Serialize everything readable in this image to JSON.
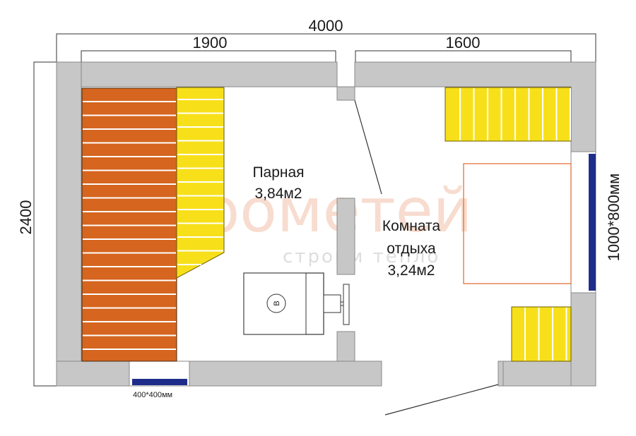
{
  "dimensions": {
    "total_width": "4000",
    "left_width": "1900",
    "right_width": "1600",
    "height": "2400",
    "window_right": "1000*800мм",
    "window_bottom": "400*400мм"
  },
  "rooms": {
    "steam_room": {
      "name": "Парная",
      "area": "3,84м2"
    },
    "rest_room": {
      "line1": "Комната",
      "line2": "отдыха",
      "area": "3,24м2"
    }
  },
  "stove_label": "B",
  "watermark": {
    "brand": "Прометей",
    "subtitle": "строим тепло"
  },
  "colors": {
    "wall": "#c7c7c7",
    "shelf_orange": "#d5651f",
    "shelf_yellow": "#f7e01a",
    "window": "#1f2d8a",
    "bed_outline": "#e0672a",
    "stove_gray": "#c9c9c9",
    "watermark": "#f2c0a8"
  }
}
